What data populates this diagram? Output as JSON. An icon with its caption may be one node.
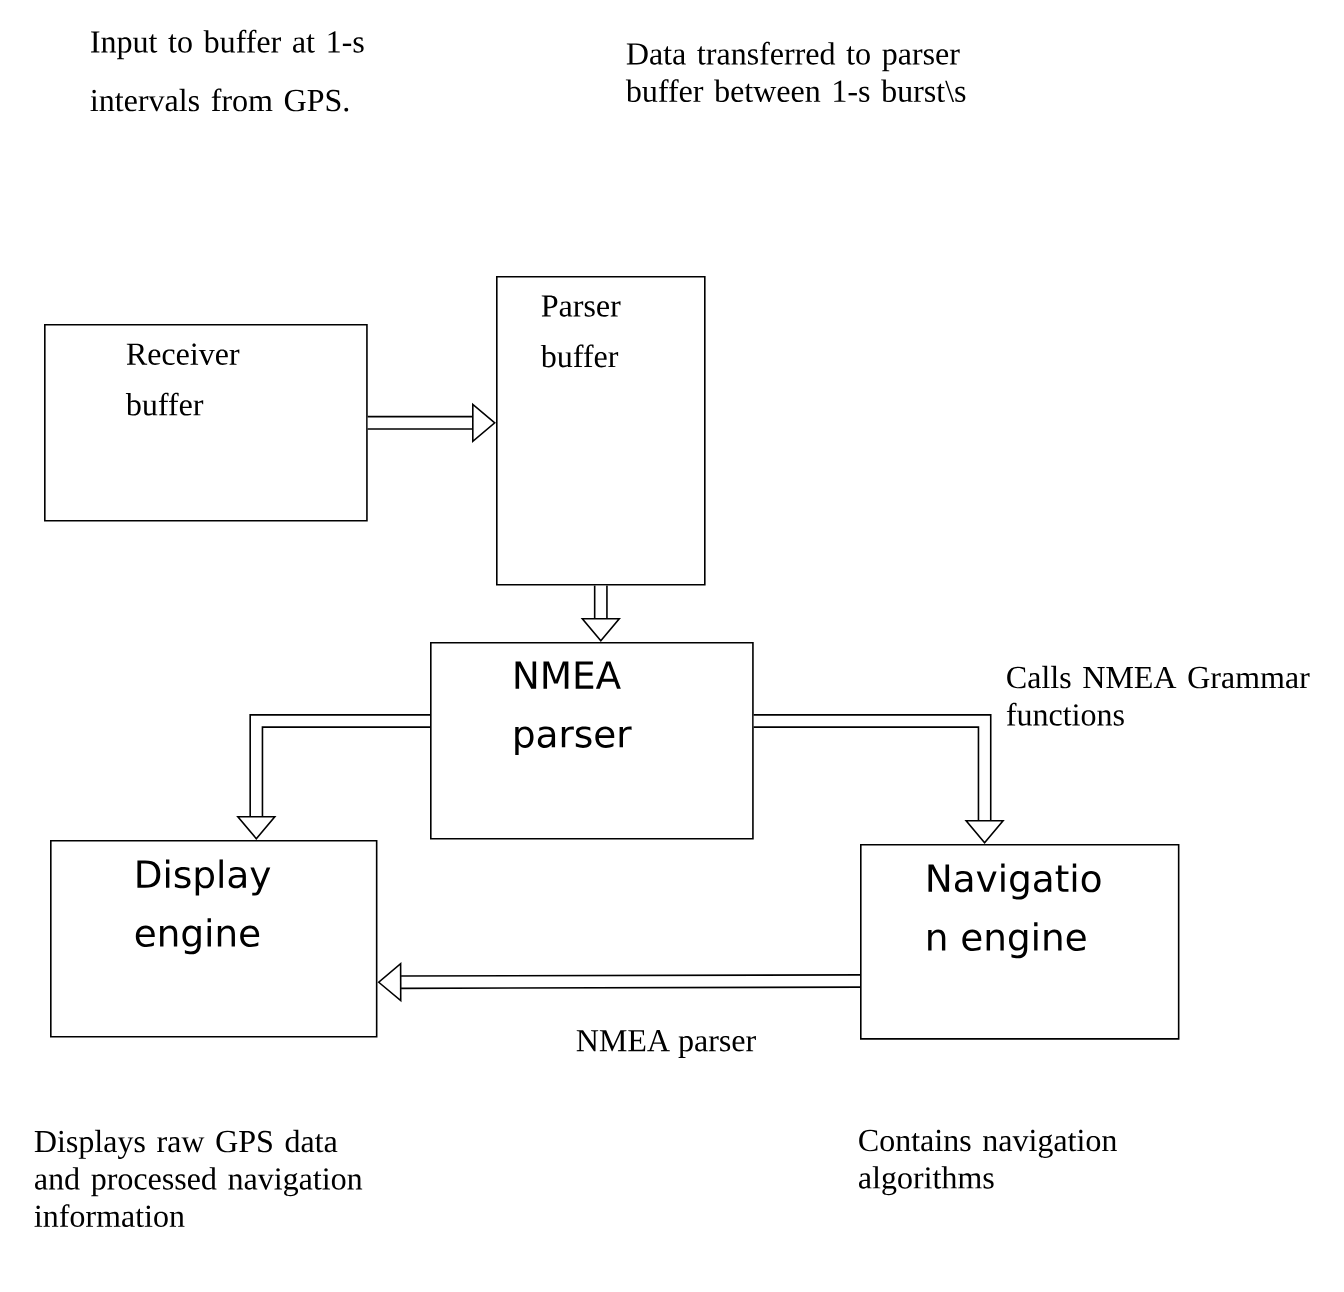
{
  "diagram": {
    "nodes": [
      {
        "text": [
          "Receiver buffer"
        ]
      },
      {
        "text": [
          "Parser buffer"
        ]
      },
      {
        "text": [
          "NMEA parser"
        ]
      },
      {
        "text": [
          "Display engine"
        ]
      },
      {
        "text": [
          "Navigatio n engine"
        ]
      }
    ],
    "edges": [
      {
        "from": 0,
        "to": 1,
        "arrow": "to"
      },
      {
        "from": 1,
        "to": 2,
        "arrow": "to"
      },
      {
        "from": 2,
        "to": 3,
        "arrow": "to"
      },
      {
        "from": 2,
        "to": 4,
        "arrow": "to"
      },
      {
        "from": 4,
        "to": 3,
        "arrow": "to",
        "label": "NMEA parser"
      }
    ],
    "labels": [
      "Input to buffer at 1-s intervals from GPS.",
      "Data transferred to parser buffer between 1-s burst\\s",
      "Calls NMEA Grammar functions",
      "Displays raw GPS data and processed navigation information",
      "Contains navigation algorithms"
    ]
  }
}
